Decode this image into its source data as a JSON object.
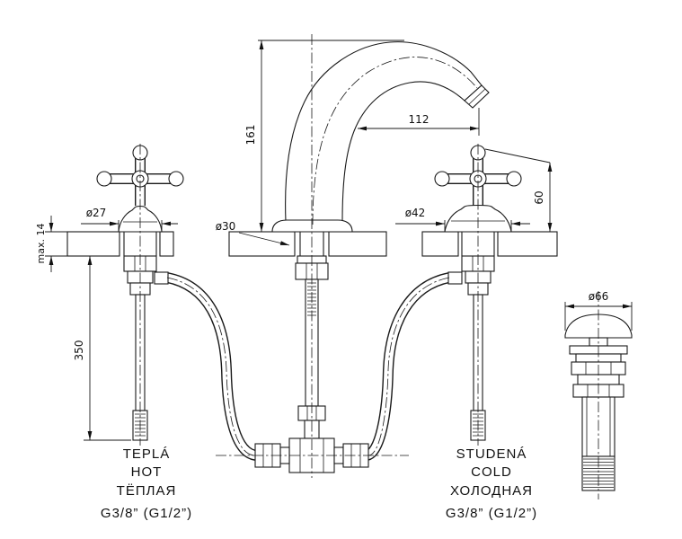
{
  "dims": {
    "spout_height": "161",
    "spout_reach": "112",
    "hot_escutcheon_dia": "ø27",
    "cold_escutcheon_dia": "ø42",
    "handle_height": "60",
    "deck_hole_dia": "ø30",
    "deck_thickness": "max. 14",
    "supply_length": "350",
    "drain_cap_dia": "ø66"
  },
  "labels": {
    "hot": {
      "cs": "TEPLÁ",
      "en": "HOT",
      "ru": "ТЁПЛАЯ",
      "thread": "G3/8” (G1/2”)"
    },
    "cold": {
      "cs": "STUDENÁ",
      "en": "COLD",
      "ru": "ХОЛОДНАЯ",
      "thread": "G3/8” (G1/2”)"
    }
  }
}
